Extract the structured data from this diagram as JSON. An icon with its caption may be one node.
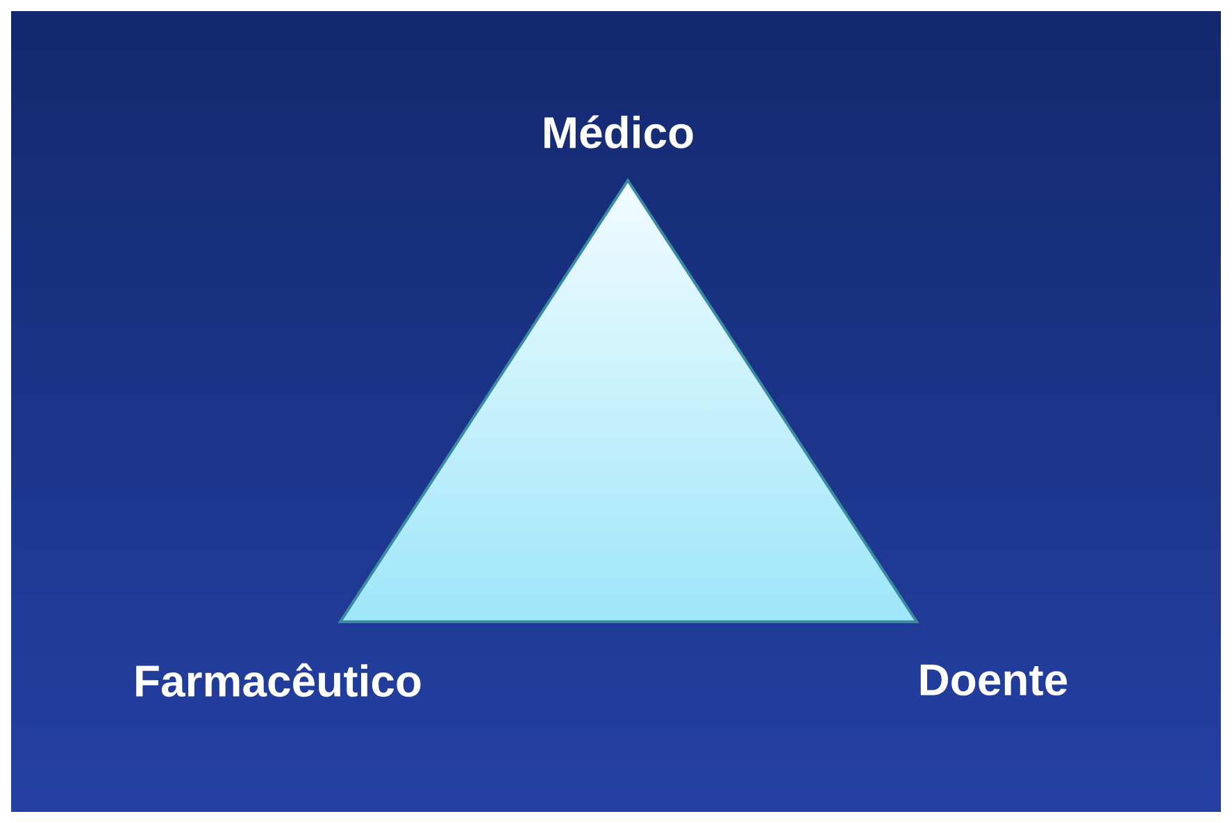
{
  "diagram": {
    "labels": [
      "Médico",
      "Farmacêutico",
      "Doente"
    ]
  }
}
